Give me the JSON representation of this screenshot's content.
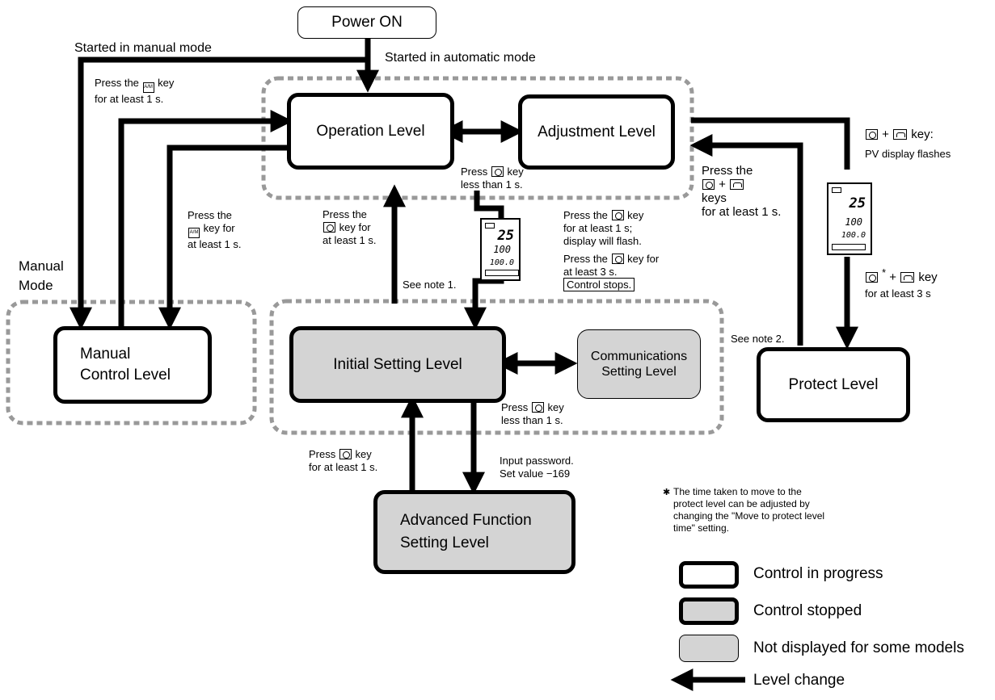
{
  "power_on": "Power ON",
  "started_manual": "Started in manual mode",
  "started_auto": "Started in automatic mode",
  "manual_mode_label": "Manual\nMode",
  "levels": {
    "operation": "Operation Level",
    "adjustment": "Adjustment Level",
    "manual_control": "Manual\nControl Level",
    "initial_setting": "Initial Setting Level",
    "communications": "Communications\nSetting Level",
    "protect": "Protect Level",
    "advanced": "Advanced Function\nSetting Level"
  },
  "notes": {
    "press_am_1a": "Press the",
    "press_am_1b": "key",
    "press_am_1c": "for at least 1 s.",
    "press_am_2a": "Press the",
    "press_am_2b": "key for",
    "press_am_2c": "at least 1 s.",
    "press_the_key_for_a": "Press the",
    "press_the_key_for_b": "key for",
    "press_the_key_for_c": "at least 1 s.",
    "press_key_lt1_a": "Press",
    "press_key_lt1_b": "key",
    "press_key_lt1_c": "less than 1 s.",
    "press_mode_flash_a": "Press the",
    "press_mode_flash_b": "key",
    "press_mode_flash_c": "for at least 1 s;",
    "press_mode_flash_d": "display will flash.",
    "press_mode_3s_a": "Press the",
    "press_mode_3s_b": "key for",
    "press_mode_3s_c": "at least 3 s.",
    "control_stops": "Control stops.",
    "see_note_1": "See note 1.",
    "see_note_2": "See note 2.",
    "press_keys_a": "Press the",
    "press_keys_plus": "+",
    "press_keys_b": "keys",
    "press_keys_c": "for at least 1 s.",
    "mode_shift_plus": "+",
    "mode_shift_key": "key:",
    "pv_flashes": "PV display flashes",
    "star": "*",
    "mode_shift_3s_plus": "+",
    "mode_shift_3s_key": "key",
    "mode_shift_3s_b": "for at least 3 s",
    "press_init_lt1_a": "Press",
    "press_init_lt1_b": "key",
    "press_init_lt1_c": "less than 1 s.",
    "press_adv_1s_a": "Press",
    "press_adv_1s_b": "key",
    "press_adv_1s_c": "for at least 1 s.",
    "input_password_a": "Input password.",
    "input_password_b": "Set value −169"
  },
  "footnote_mark": "✱",
  "footnote": "The time taken to move to the\nprotect level can be adjusted by\nchanging the \"Move to protect level\ntime\" setting.",
  "legend": {
    "in_progress": "Control in progress",
    "stopped": "Control stopped",
    "not_displayed": "Not displayed for some models",
    "level_change": "Level change"
  },
  "lcd": {
    "pv": "25",
    "sv": "100",
    "mv": "100.0"
  },
  "key_am_label": "A/M",
  "colors": {
    "stopped_fill": "#d4d4d4",
    "dotted_frame": "#999999",
    "line": "#000000"
  }
}
